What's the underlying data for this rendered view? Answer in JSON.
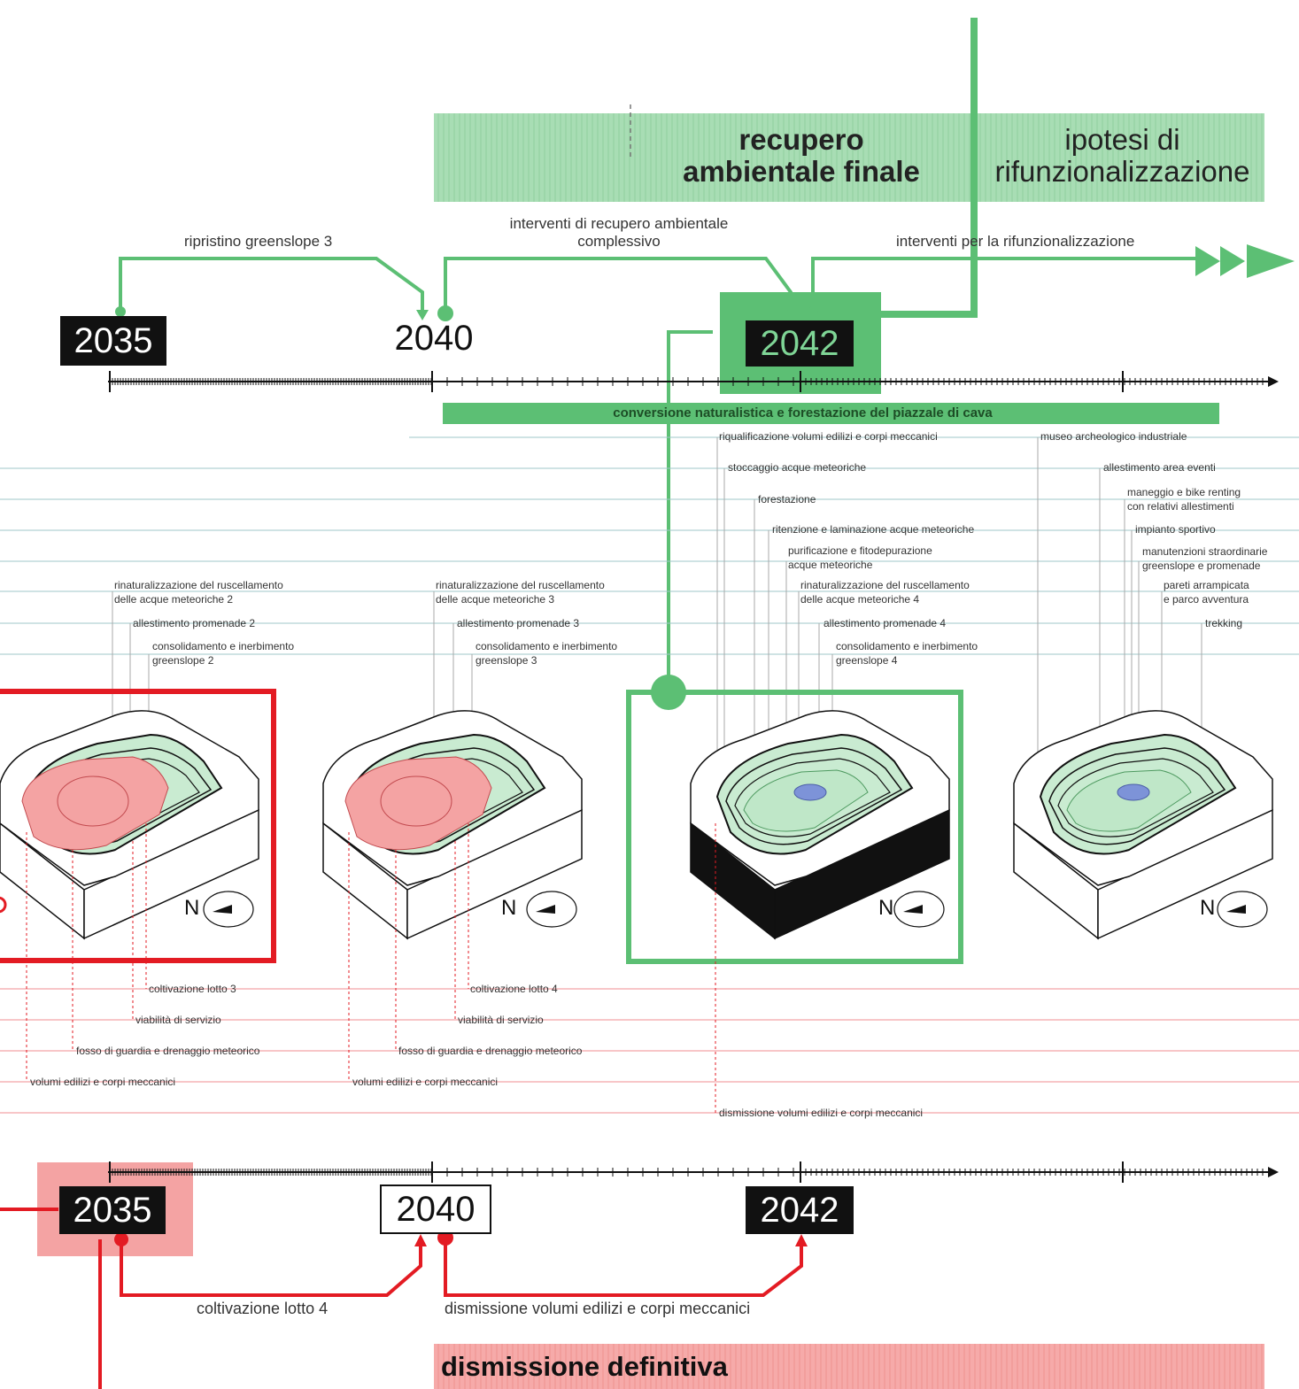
{
  "colors": {
    "green": "#5cbf74",
    "green_band": "#a8ddb4",
    "red": "#e31b23",
    "red_band": "#f4a3a3",
    "black": "#111111",
    "green_grey_lines": "#9fc7c8",
    "red_lines": "#f08d90"
  },
  "top": {
    "band_title_1": "recupero\nambientale finale",
    "band_title_2": "ipotesi di\nrifunzionalizzazione",
    "flow_labels": {
      "ripristino": "ripristino greenslope 3",
      "interventi_recupero": "interventi di recupero ambientale\ncomplessivo",
      "interventi_rifunz": "interventi per la rifunzionalizzazione"
    },
    "years": [
      "2035",
      "2040",
      "2042"
    ],
    "conversion_bar": "conversione naturalistica e forestazione del piazzale di cava"
  },
  "green_items": {
    "a": "riqualificazione volumi edilizi e corpi meccanici",
    "b": "stoccaggio acque meteoriche",
    "c": "forestazione",
    "d": "ritenzione e laminazione acque meteoriche",
    "e": "purificazione e fitodepurazione\nacque meteoriche",
    "f": "rinaturalizzazione del ruscellamento\ndelle acque meteoriche 4",
    "g": "allestimento promenade 4",
    "h": "consolidamento e inerbimento\ngreenslope 4",
    "r1": "museo archeologico industriale",
    "r2": "allestimento area eventi",
    "r3": "maneggio e bike renting\ncon relativi allestimenti",
    "r4": "impianto sportivo",
    "r5": "manutenzioni straordinarie\ngreenslope e promenade",
    "r6": "pareti arrampicata\ne parco avventura",
    "r7": "trekking",
    "l1": "rinaturalizzazione del ruscellamento\ndelle acque meteoriche 2",
    "l2": "allestimento promenade 2",
    "l3": "consolidamento e inerbimento\ngreenslope 2",
    "m1": "rinaturalizzazione del ruscellamento\ndelle acque meteoriche 3",
    "m2": "allestimento promenade 3",
    "m3": "consolidamento e inerbimento\ngreenslope 3"
  },
  "north_label": "N",
  "red_items": {
    "c3": "coltivazione lotto 3",
    "c4": "coltivazione lotto 4",
    "v1": "viabilità di servizio",
    "v2": "viabilità di servizio",
    "f1": "fosso di guardia e drenaggio meteorico",
    "f2": "fosso di guardia e drenaggio meteorico",
    "e1": "volumi edilizi e corpi meccanici",
    "e2": "volumi edilizi e corpi meccanici",
    "d1": "dismissione volumi edilizi e corpi meccanici"
  },
  "bottom": {
    "years": [
      "2035",
      "2040",
      "2042"
    ],
    "flow_labels": {
      "coltivazione": "coltivazione lotto 4",
      "dismissione": "dismissione volumi edilizi e corpi meccanici"
    },
    "band_title": "dismissione definitiva"
  }
}
